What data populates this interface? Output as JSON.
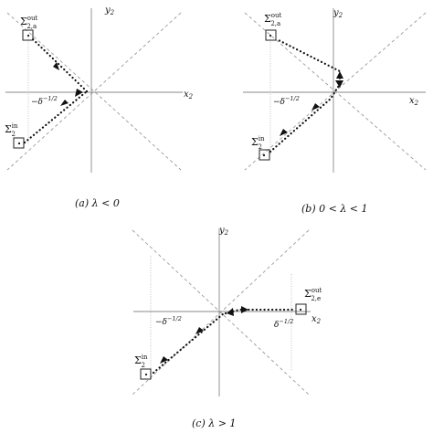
{
  "panels": [
    {
      "id": "a",
      "caption": "(a) λ < 0",
      "x_axis_label": "x",
      "x_axis_sub": "2",
      "y_axis_label": "y",
      "y_axis_sub": "2",
      "delta_base": "−δ",
      "delta_exp": "−1/2",
      "sigma_out_sup": "out",
      "sigma_out_sub": "2,a",
      "sigma_in_sup": "in",
      "sigma_in_sub": "2"
    },
    {
      "id": "b",
      "caption": "(b) 0 < λ < 1",
      "x_axis_label": "x",
      "x_axis_sub": "2",
      "y_axis_label": "y",
      "y_axis_sub": "2",
      "delta_base": "−δ",
      "delta_exp": "−1/2",
      "sigma_out_sup": "out",
      "sigma_out_sub": "2,a",
      "sigma_in_sup": "in",
      "sigma_in_sub": "2"
    },
    {
      "id": "c",
      "caption": "(c) λ > 1",
      "x_axis_label": "x",
      "x_axis_sub": "2",
      "y_axis_label": "y",
      "y_axis_sub": "2",
      "delta_base": "−δ",
      "delta_exp": "−1/2",
      "delta_right_base": "δ",
      "delta_right_exp": "−1/2",
      "sigma_out_sup": "out",
      "sigma_out_sub": "2,e",
      "sigma_in_sup": "in",
      "sigma_in_sub": "2"
    }
  ]
}
